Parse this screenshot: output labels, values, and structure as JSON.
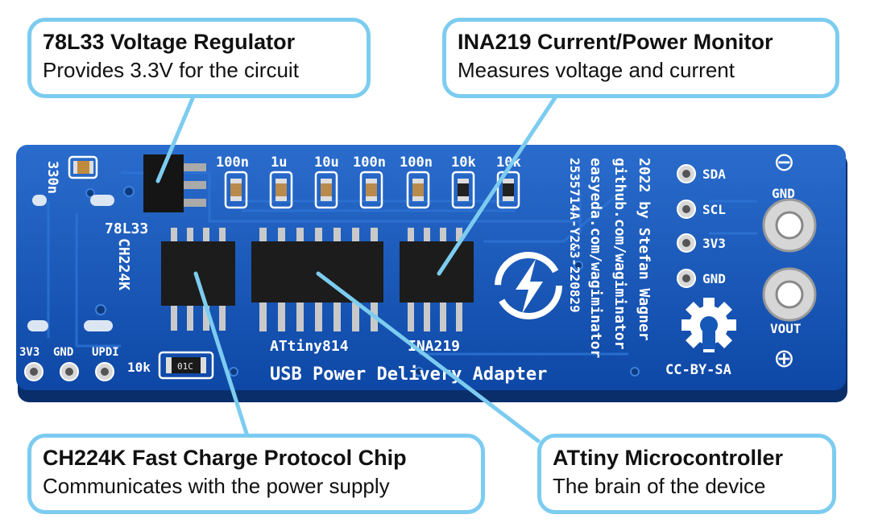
{
  "callouts": [
    {
      "title": "78L33 Voltage Regulator",
      "text": "Provides 3.3V for the circuit"
    },
    {
      "title": "INA219 Current/Power Monitor",
      "text": "Measures voltage and current"
    },
    {
      "title": "CH224K Fast Charge Protocol Chip",
      "text": "Communicates with the power supply"
    },
    {
      "title": "ATtiny Microcontroller",
      "text": "The brain of the device"
    }
  ],
  "board": {
    "cap_labels": [
      "100n",
      "1u",
      "10u",
      "100n",
      "100n",
      "10k",
      "10k"
    ],
    "res_330": "330n",
    "reg_label": "78L33",
    "ch224_label": "CH224K",
    "mcu_label": "ATtiny814",
    "ina_label": "INA219",
    "title": "USB Power Delivery Adapter",
    "res_10k": "10k",
    "res_code": "01C",
    "vertical_lines": [
      "2022 by Stefan Wagner",
      "github.com/wagiminator",
      "easyeda.com/wagiminator",
      "2535714A-Y2&3-220829"
    ],
    "i2c_pins": [
      "SDA",
      "SCL",
      "3V3",
      "GND"
    ],
    "power_pins": [
      "GND",
      "VOUT"
    ],
    "prog_pins": [
      "3V3",
      "GND",
      "UPDI"
    ],
    "license": "CC-BY-SA",
    "minus": "⊖",
    "plus": "⊕"
  },
  "colors": {
    "pcb": "#1558b8",
    "pcb_dark": "#0d3f8c",
    "silk": "#ffffff",
    "callout_border": "#7cccf0",
    "chip": "#1c1c1c"
  }
}
